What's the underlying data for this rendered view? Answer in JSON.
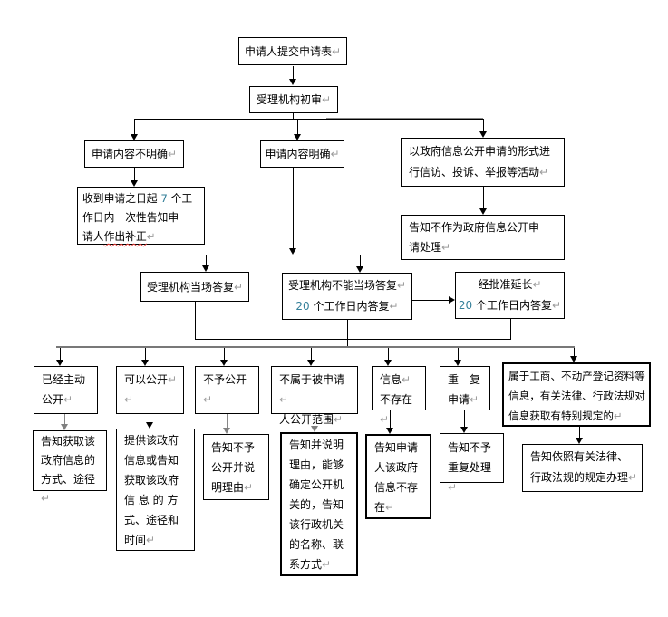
{
  "diagram": {
    "type": "flowchart",
    "language": "zh-CN",
    "topic": "政府信息公开申请处理流程"
  },
  "colors": {
    "background": "#ffffff",
    "box_border": "#000000",
    "text": "#000000",
    "line": "#000000",
    "gray_line": "#808080",
    "number_text": "#35809a",
    "return_mark": "#9b9b9b",
    "spellcheck_underline": "#e53935"
  },
  "boxes": {
    "submit_form": {
      "text": "申请人提交申请表↵"
    },
    "initial_review": {
      "text": "受理机构初审↵"
    },
    "content_unclear": {
      "text": "申请内容不明确↵"
    },
    "content_clear": {
      "text": "申请内容明确↵"
    },
    "petition_activity": {
      "text": "以政府信息公开申请的形式进\n行信访、投诉、举报等活动↵"
    },
    "notify_correction": {
      "text": "收到申请之日起 7 个工\n作日内一次性告知申\n请人作出补正↵",
      "wavy": "作出补正"
    },
    "not_as_request": {
      "text": "告知不作为政府信息公开申\n请处理↵"
    },
    "onspot_reply": {
      "text": "受理机构当场答复↵"
    },
    "reply_within_20": {
      "text": "受理机构不能当场答复↵\n20 个工作日内答复↵"
    },
    "extended_reply": {
      "text": "经批准延长↵\n20 个工作日内答复↵"
    },
    "already_public": {
      "text": "已经主动\n公开↵"
    },
    "can_public": {
      "text": "可以公开↵\n↵"
    },
    "not_public": {
      "text": "不予公开↵"
    },
    "not_in_scope": {
      "text": "不属于被申请↵\n人公开范围↵"
    },
    "info_not_exist": {
      "text": "信息↵\n不存在↵"
    },
    "repeated_request": {
      "text": "重　复\n申请↵"
    },
    "special_regulated": {
      "text": "属于工商、不动产登记资料等\n信息，有关法律、行政法规对\n信息获取有特别规定的↵"
    },
    "notify_way": {
      "text": "告知获取该\n政府信息的\n方式、途径↵"
    },
    "provide_info": {
      "text": "提供该政府\n信息或告知\n获取该政府\n信 息 的 方\n式、途径和\n时间↵"
    },
    "notify_reason": {
      "text": "告知不予\n公开并说\n明理由↵"
    },
    "notify_explain": {
      "text": "告知并说明\n理由，能够\n确定公开机\n关的，告知\n该行政机关\n的名称、联\n系方式↵"
    },
    "notify_not_exist": {
      "text": "告知申请\n人该政府\n信息不存\n在↵"
    },
    "notify_no_repeat": {
      "text": "告知不予\n重复处理↵"
    },
    "notify_by_law": {
      "text": "告知依照有关法律、\n行政法规的规定办理↵"
    }
  },
  "edges": [
    {
      "from": "submit_form",
      "to": "initial_review"
    },
    {
      "from": "initial_review",
      "to": "content_unclear"
    },
    {
      "from": "initial_review",
      "to": "content_clear"
    },
    {
      "from": "initial_review",
      "to": "petition_activity"
    },
    {
      "from": "content_unclear",
      "to": "notify_correction"
    },
    {
      "from": "petition_activity",
      "to": "not_as_request"
    },
    {
      "from": "content_clear",
      "to": "onspot_reply"
    },
    {
      "from": "content_clear",
      "to": "reply_within_20"
    },
    {
      "from": "reply_within_20",
      "to": "extended_reply"
    },
    {
      "from": "onspot_reply",
      "to": "reply_fan"
    },
    {
      "from": "reply_within_20",
      "to": "reply_fan"
    },
    {
      "from": "extended_reply",
      "to": "reply_fan"
    },
    {
      "from": "reply_fan",
      "to": "already_public"
    },
    {
      "from": "reply_fan",
      "to": "can_public"
    },
    {
      "from": "reply_fan",
      "to": "not_public"
    },
    {
      "from": "reply_fan",
      "to": "not_in_scope"
    },
    {
      "from": "reply_fan",
      "to": "info_not_exist"
    },
    {
      "from": "reply_fan",
      "to": "repeated_request"
    },
    {
      "from": "reply_fan",
      "to": "special_regulated"
    },
    {
      "from": "already_public",
      "to": "notify_way"
    },
    {
      "from": "can_public",
      "to": "provide_info"
    },
    {
      "from": "not_public",
      "to": "notify_reason"
    },
    {
      "from": "not_in_scope",
      "to": "notify_explain"
    },
    {
      "from": "info_not_exist",
      "to": "notify_not_exist"
    },
    {
      "from": "repeated_request",
      "to": "notify_no_repeat"
    },
    {
      "from": "special_regulated",
      "to": "notify_by_law"
    }
  ]
}
